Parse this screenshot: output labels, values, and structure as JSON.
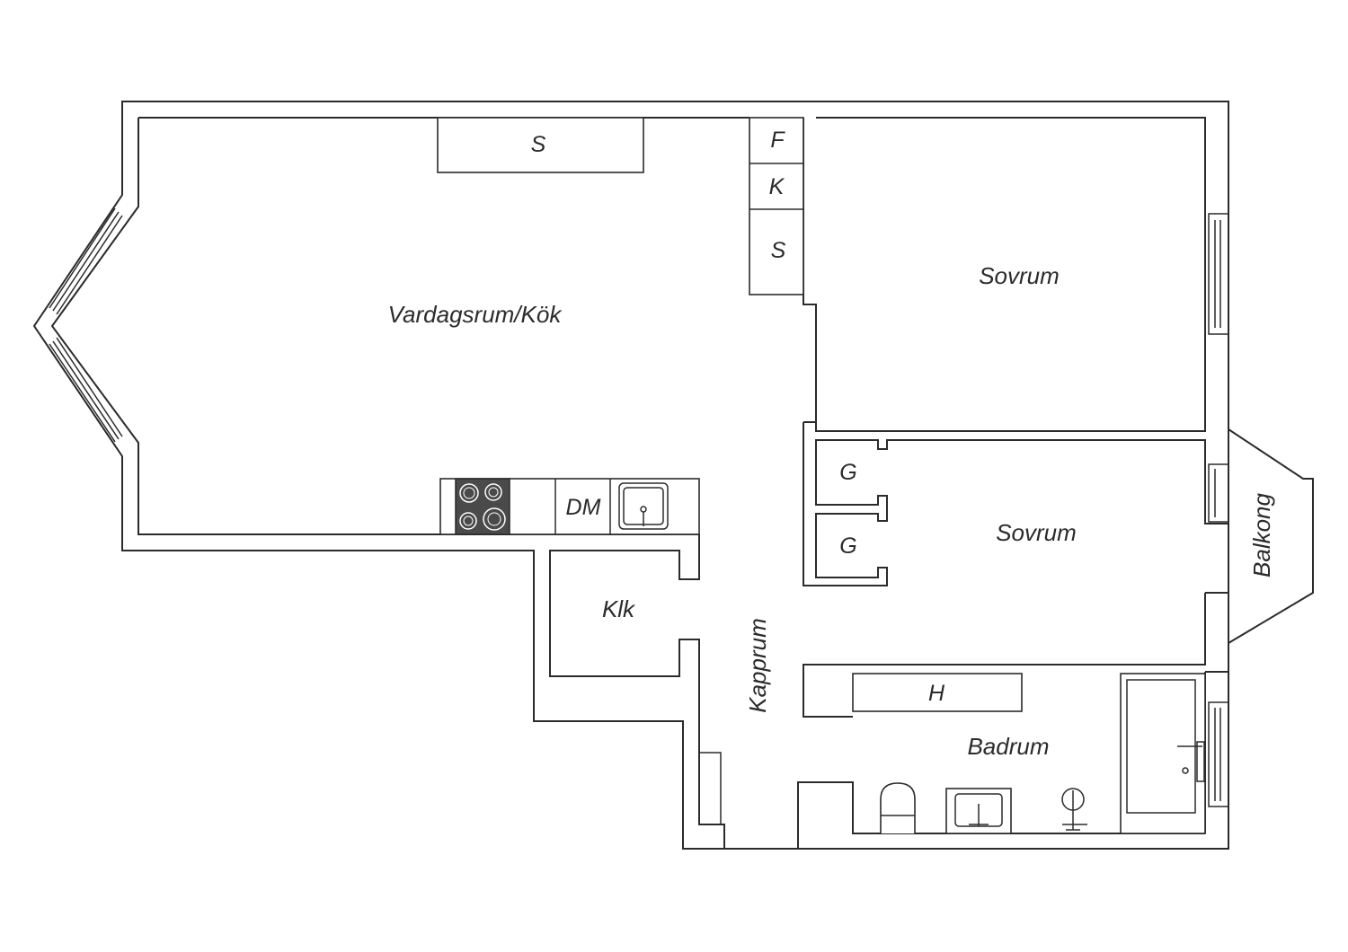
{
  "rooms": {
    "living_kitchen": "Vardagsrum/Kök",
    "bedroom_1": "Sovrum",
    "bedroom_2": "Sovrum",
    "balcony": "Balkong",
    "closet": "Klk",
    "hall": "Kapprum",
    "bathroom": "Badrum"
  },
  "fixtures": {
    "wardrobe_top": "S",
    "fridge": "F",
    "freezer": "K",
    "wardrobe_side": "S",
    "dishwasher": "DM",
    "wardrobe_g1": "G",
    "wardrobe_g2": "G",
    "shelf": "H"
  },
  "colors": {
    "line": "#2b2b2b",
    "stove": "#4a4a4a",
    "background": "#ffffff"
  }
}
